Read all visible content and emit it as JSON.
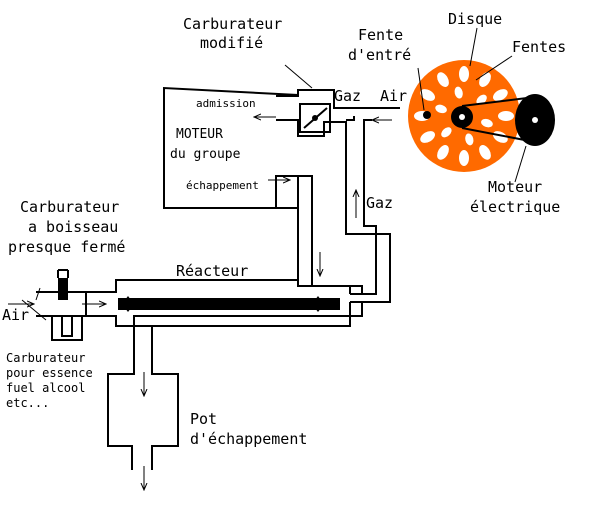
{
  "labels": {
    "carburateur_modifie_1": "Carburateur",
    "carburateur_modifie_2": "modifié",
    "fente_1": "Fente",
    "fente_2": "d'entré",
    "disque": "Disque",
    "fentes": "Fentes",
    "admission": "admission",
    "gaz_top": "Gaz",
    "air_top": "Air",
    "moteur_1": "MOTEUR",
    "moteur_2": "du groupe",
    "echappement": "échappement",
    "gaz_side": "Gaz",
    "moteur_elec_1": "Moteur",
    "moteur_elec_2": "électrique",
    "carb_boisseau_1": "Carburateur",
    "carb_boisseau_2": "a boisseau",
    "carb_boisseau_3": "presque fermé",
    "reacteur": "Réacteur",
    "air_left": "Air",
    "carb_essence_1": "Carburateur",
    "carb_essence_2": "pour essence",
    "carb_essence_3": "fuel alcool",
    "carb_essence_4": "etc...",
    "pot_1": "Pot",
    "pot_2": "d'échappement"
  },
  "colors": {
    "disc": "#ff6a00",
    "ink": "#000000",
    "background": "#ffffff"
  }
}
